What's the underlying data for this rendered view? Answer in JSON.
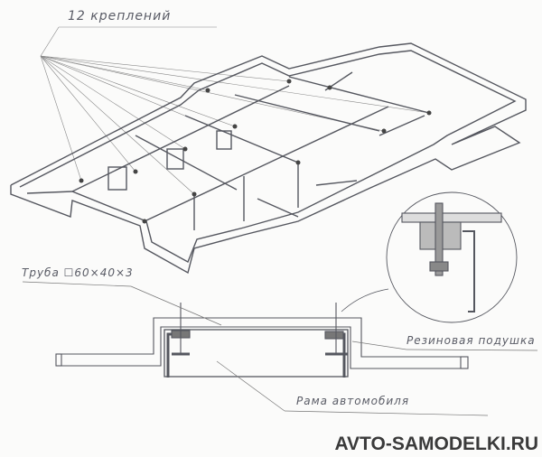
{
  "labels": {
    "mounts": "12 креплений",
    "pipe": "Труба ☐60×40×3",
    "rubber_pad": "Резиновая подушка",
    "car_frame": "Рама автомобиля"
  },
  "watermark": "AVTO-SAMODELKI.RU",
  "colors": {
    "line": "#55575f",
    "hatch": "#6b6b6b",
    "watermark": "#3a3a3a"
  }
}
